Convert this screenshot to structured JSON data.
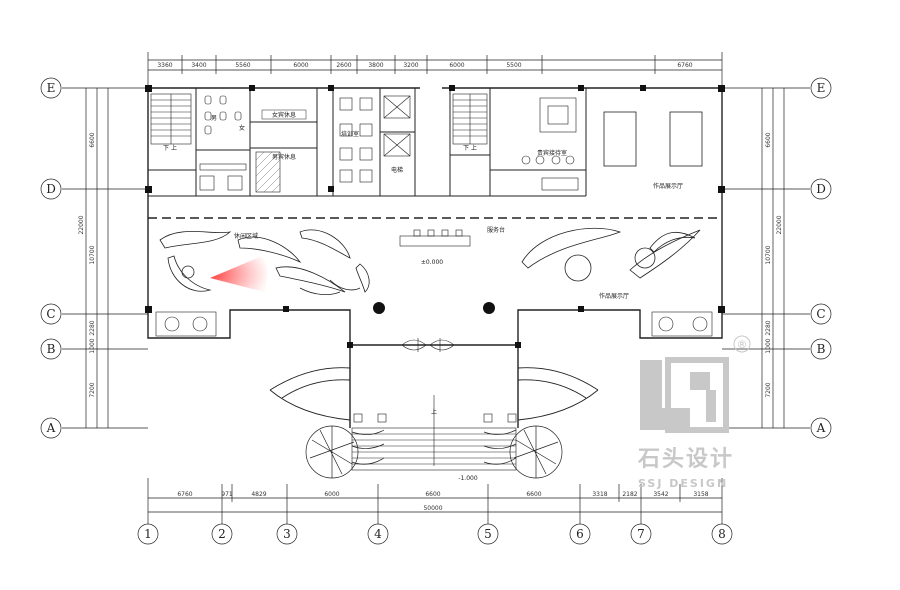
{
  "plan": {
    "top_dimensions": [
      "3360",
      "3400",
      "5560",
      "6000",
      "2600",
      "3800",
      "3200",
      "6000",
      "5500",
      "6760"
    ],
    "bottom_dimensions": [
      "6760",
      "971",
      "4829",
      "6000",
      "6600",
      "6600",
      "3318",
      "2182",
      "3542",
      "3158"
    ],
    "bottom_total": "50000",
    "side_dimensions_left": [
      "6600",
      "10700",
      "2280",
      "1000",
      "7200"
    ],
    "side_dimensions_left_total": "22000",
    "side_dimensions_right": [
      "6600",
      "10700",
      "2280",
      "1000",
      "7200"
    ],
    "side_dimensions_right_total": "22000",
    "row_axes": [
      "E",
      "D",
      "C",
      "B",
      "A"
    ],
    "column_axes": [
      "1",
      "2",
      "3",
      "4",
      "5",
      "6",
      "7",
      "8"
    ],
    "rooms": {
      "stair_left": "下 上",
      "office_a": "女宾休息",
      "office_b": "男宾休息",
      "office_c": "培训室",
      "elevator": "电梯",
      "stair_right": "下 上",
      "reception": "贵宾接待室",
      "showroom_top": "作品展示厅",
      "hall": "休闲区域",
      "service": "服务台",
      "level_main": "±0.000",
      "showroom_right": "作品展示厅",
      "level_low": "-1.000",
      "up_arrow": "上",
      "toilet_m": "男",
      "toilet_f": "女"
    }
  },
  "watermark": {
    "brand_cn": "石头设计",
    "brand_en": "SSJ DESIGN",
    "registered": "®",
    "logo_icon": "ssj-logo-icon"
  }
}
